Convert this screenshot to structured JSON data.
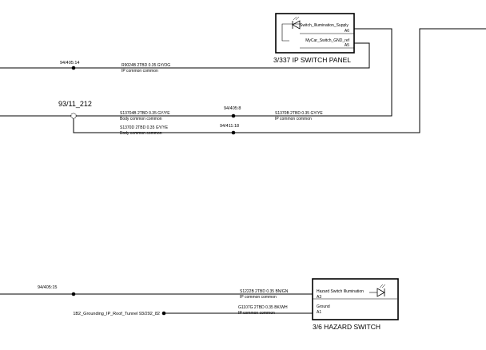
{
  "ip_switch_panel": {
    "title": "3/337 IP SWITCH PANEL",
    "pin_a6_label": "Switch_Illumination_Supply",
    "pin_a6": "A6",
    "pin_a5_label": "MyCar_Switch_GND_ref",
    "pin_a5": "A5"
  },
  "hazard_switch": {
    "title": "3/6  HAZARD SWITCH",
    "pin_a3_label": "Hazard Switch Illumination",
    "pin_a3": "A3",
    "pin_a1_label": "Ground",
    "pin_a1": "A1"
  },
  "splice": {
    "name": "93/11_212"
  },
  "connectors": {
    "c1": "94/405:14",
    "c2": "94/405:8",
    "c3": "94/411:18",
    "c4": "94/405:15"
  },
  "ground_point": {
    "label": "1B2_Grounding_IP_Roof_Tunnel 93/292_82"
  },
  "wires": {
    "w1": {
      "code": "R9024B  2TBD 0.35 GY/OG",
      "desc": "IP  common  common"
    },
    "w2": {
      "code": "S13704B  2TBD 0.35 GY/YE",
      "desc": "Body  common  common"
    },
    "w3": {
      "code": "S1370B  2TBD 0.35 GY/YE",
      "desc": "IP  common  common"
    },
    "w4": {
      "code": "S1370D  2TBD 0.35 GY/YE",
      "desc": "Body  common  common"
    },
    "w5": {
      "code": "S1222B  2TBD 0.35 BN/GN",
      "desc": "IP  common  common"
    },
    "w6": {
      "code": "G1107G  2TBD 0.35 BK/WH",
      "desc": "IP  common  common"
    }
  }
}
